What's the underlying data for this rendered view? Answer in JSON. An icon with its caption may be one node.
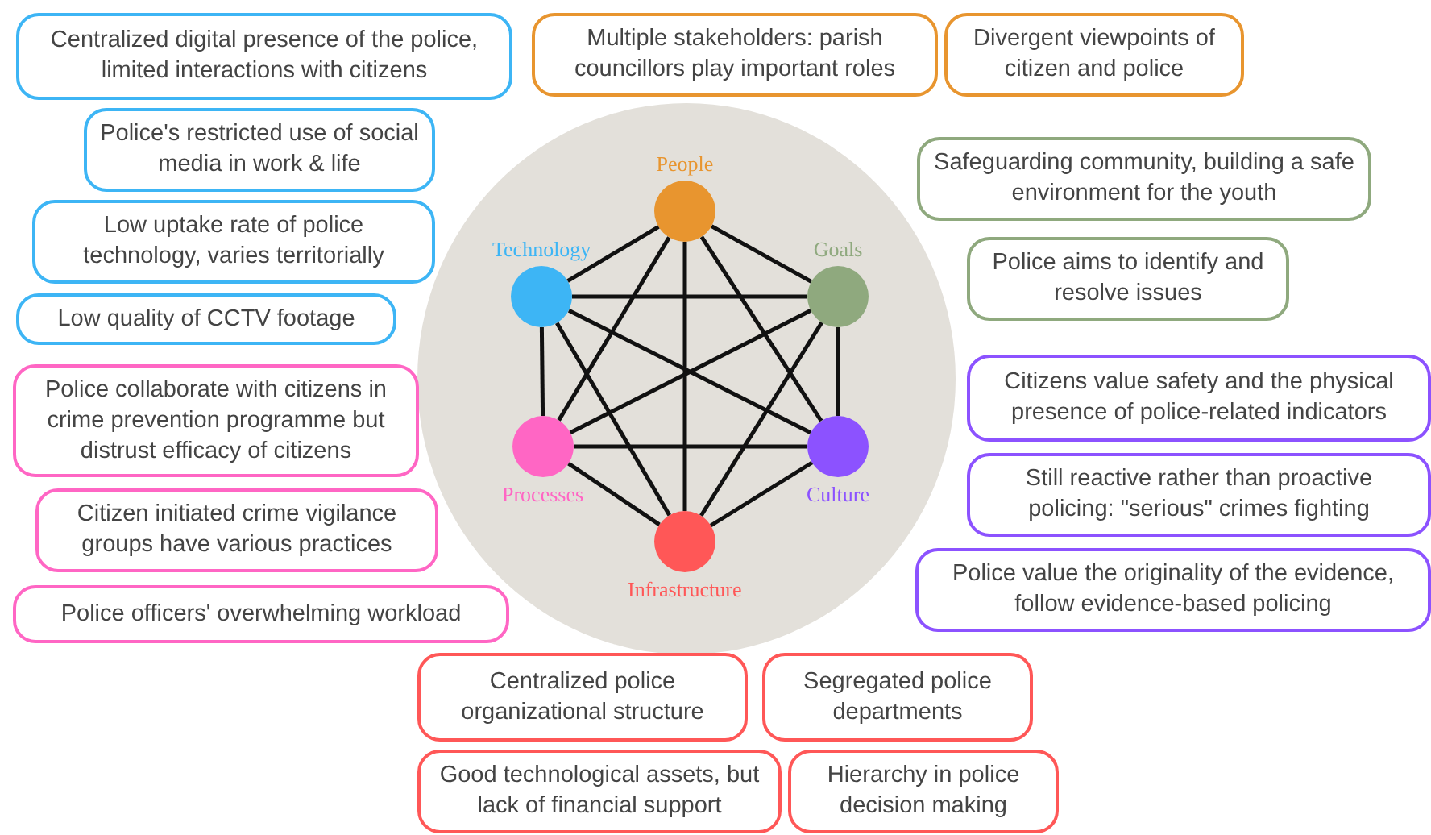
{
  "diagram": {
    "nodes": [
      {
        "text": [],
        "shape": "circle"
      },
      {
        "text": [
          "People"
        ],
        "in": 0
      },
      {
        "text": [
          "Technology"
        ],
        "in": 0
      },
      {
        "text": [
          "Goals"
        ],
        "in": 0
      },
      {
        "text": [
          "Processes"
        ],
        "in": 0
      },
      {
        "text": [
          "Culture"
        ],
        "in": 0
      },
      {
        "text": [
          "Infrastructure"
        ],
        "in": 0
      },
      {
        "text": [
          "Centralized digital presence of the police, limited interactions with citizens"
        ]
      },
      {
        "text": [
          "Multiple stakeholders: parish councillors play important roles"
        ]
      },
      {
        "text": [
          "Divergent viewpoints of citizen and police"
        ]
      },
      {
        "text": [
          "Police's restricted use of social media in work & life"
        ]
      },
      {
        "text": [
          "Safeguarding community, building a safe environment for the youth"
        ]
      },
      {
        "text": [
          "Low uptake rate of police technology, varies territorially"
        ]
      },
      {
        "text": [
          "Police aims to identify and resolve issues"
        ]
      },
      {
        "text": [
          "Low quality of CCTV footage"
        ]
      },
      {
        "text": [
          "Police collaborate with citizens in crime prevention programme but distrust efficacy of citizens"
        ]
      },
      {
        "text": [
          "Citizens value safety and the physical presence of police-related indicators"
        ]
      },
      {
        "text": [
          "Still reactive rather than proactive policing: \"serious\" crimes fighting"
        ]
      },
      {
        "text": [
          "Citizen initiated crime vigilance groups have various practices"
        ]
      },
      {
        "text": [
          "Police value the originality of the evidence, follow evidence-based policing"
        ]
      },
      {
        "text": [
          "Police officers' overwhelming workload"
        ]
      },
      {
        "text": [
          "Centralized police organizational structure"
        ]
      },
      {
        "text": [
          "Segregated police departments"
        ]
      },
      {
        "text": [
          "Good technological assets, but lack of financial support"
        ]
      },
      {
        "text": [
          "Hierarchy in police decision making"
        ]
      }
    ],
    "edges": [
      {
        "from": 1,
        "to": 2,
        "arrow": "none"
      },
      {
        "from": 1,
        "to": 3,
        "arrow": "none"
      },
      {
        "from": 1,
        "to": 4,
        "arrow": "none"
      },
      {
        "from": 1,
        "to": 5,
        "arrow": "none"
      },
      {
        "from": 1,
        "to": 6,
        "arrow": "none"
      },
      {
        "from": 2,
        "to": 3,
        "arrow": "none"
      },
      {
        "from": 2,
        "to": 4,
        "arrow": "none"
      },
      {
        "from": 2,
        "to": 5,
        "arrow": "none"
      },
      {
        "from": 2,
        "to": 6,
        "arrow": "none"
      },
      {
        "from": 3,
        "to": 4,
        "arrow": "none"
      },
      {
        "from": 3,
        "to": 5,
        "arrow": "none"
      },
      {
        "from": 3,
        "to": 6,
        "arrow": "none"
      },
      {
        "from": 4,
        "to": 5,
        "arrow": "none"
      },
      {
        "from": 4,
        "to": 6,
        "arrow": "none"
      },
      {
        "from": 5,
        "to": 6,
        "arrow": "none"
      }
    ]
  }
}
